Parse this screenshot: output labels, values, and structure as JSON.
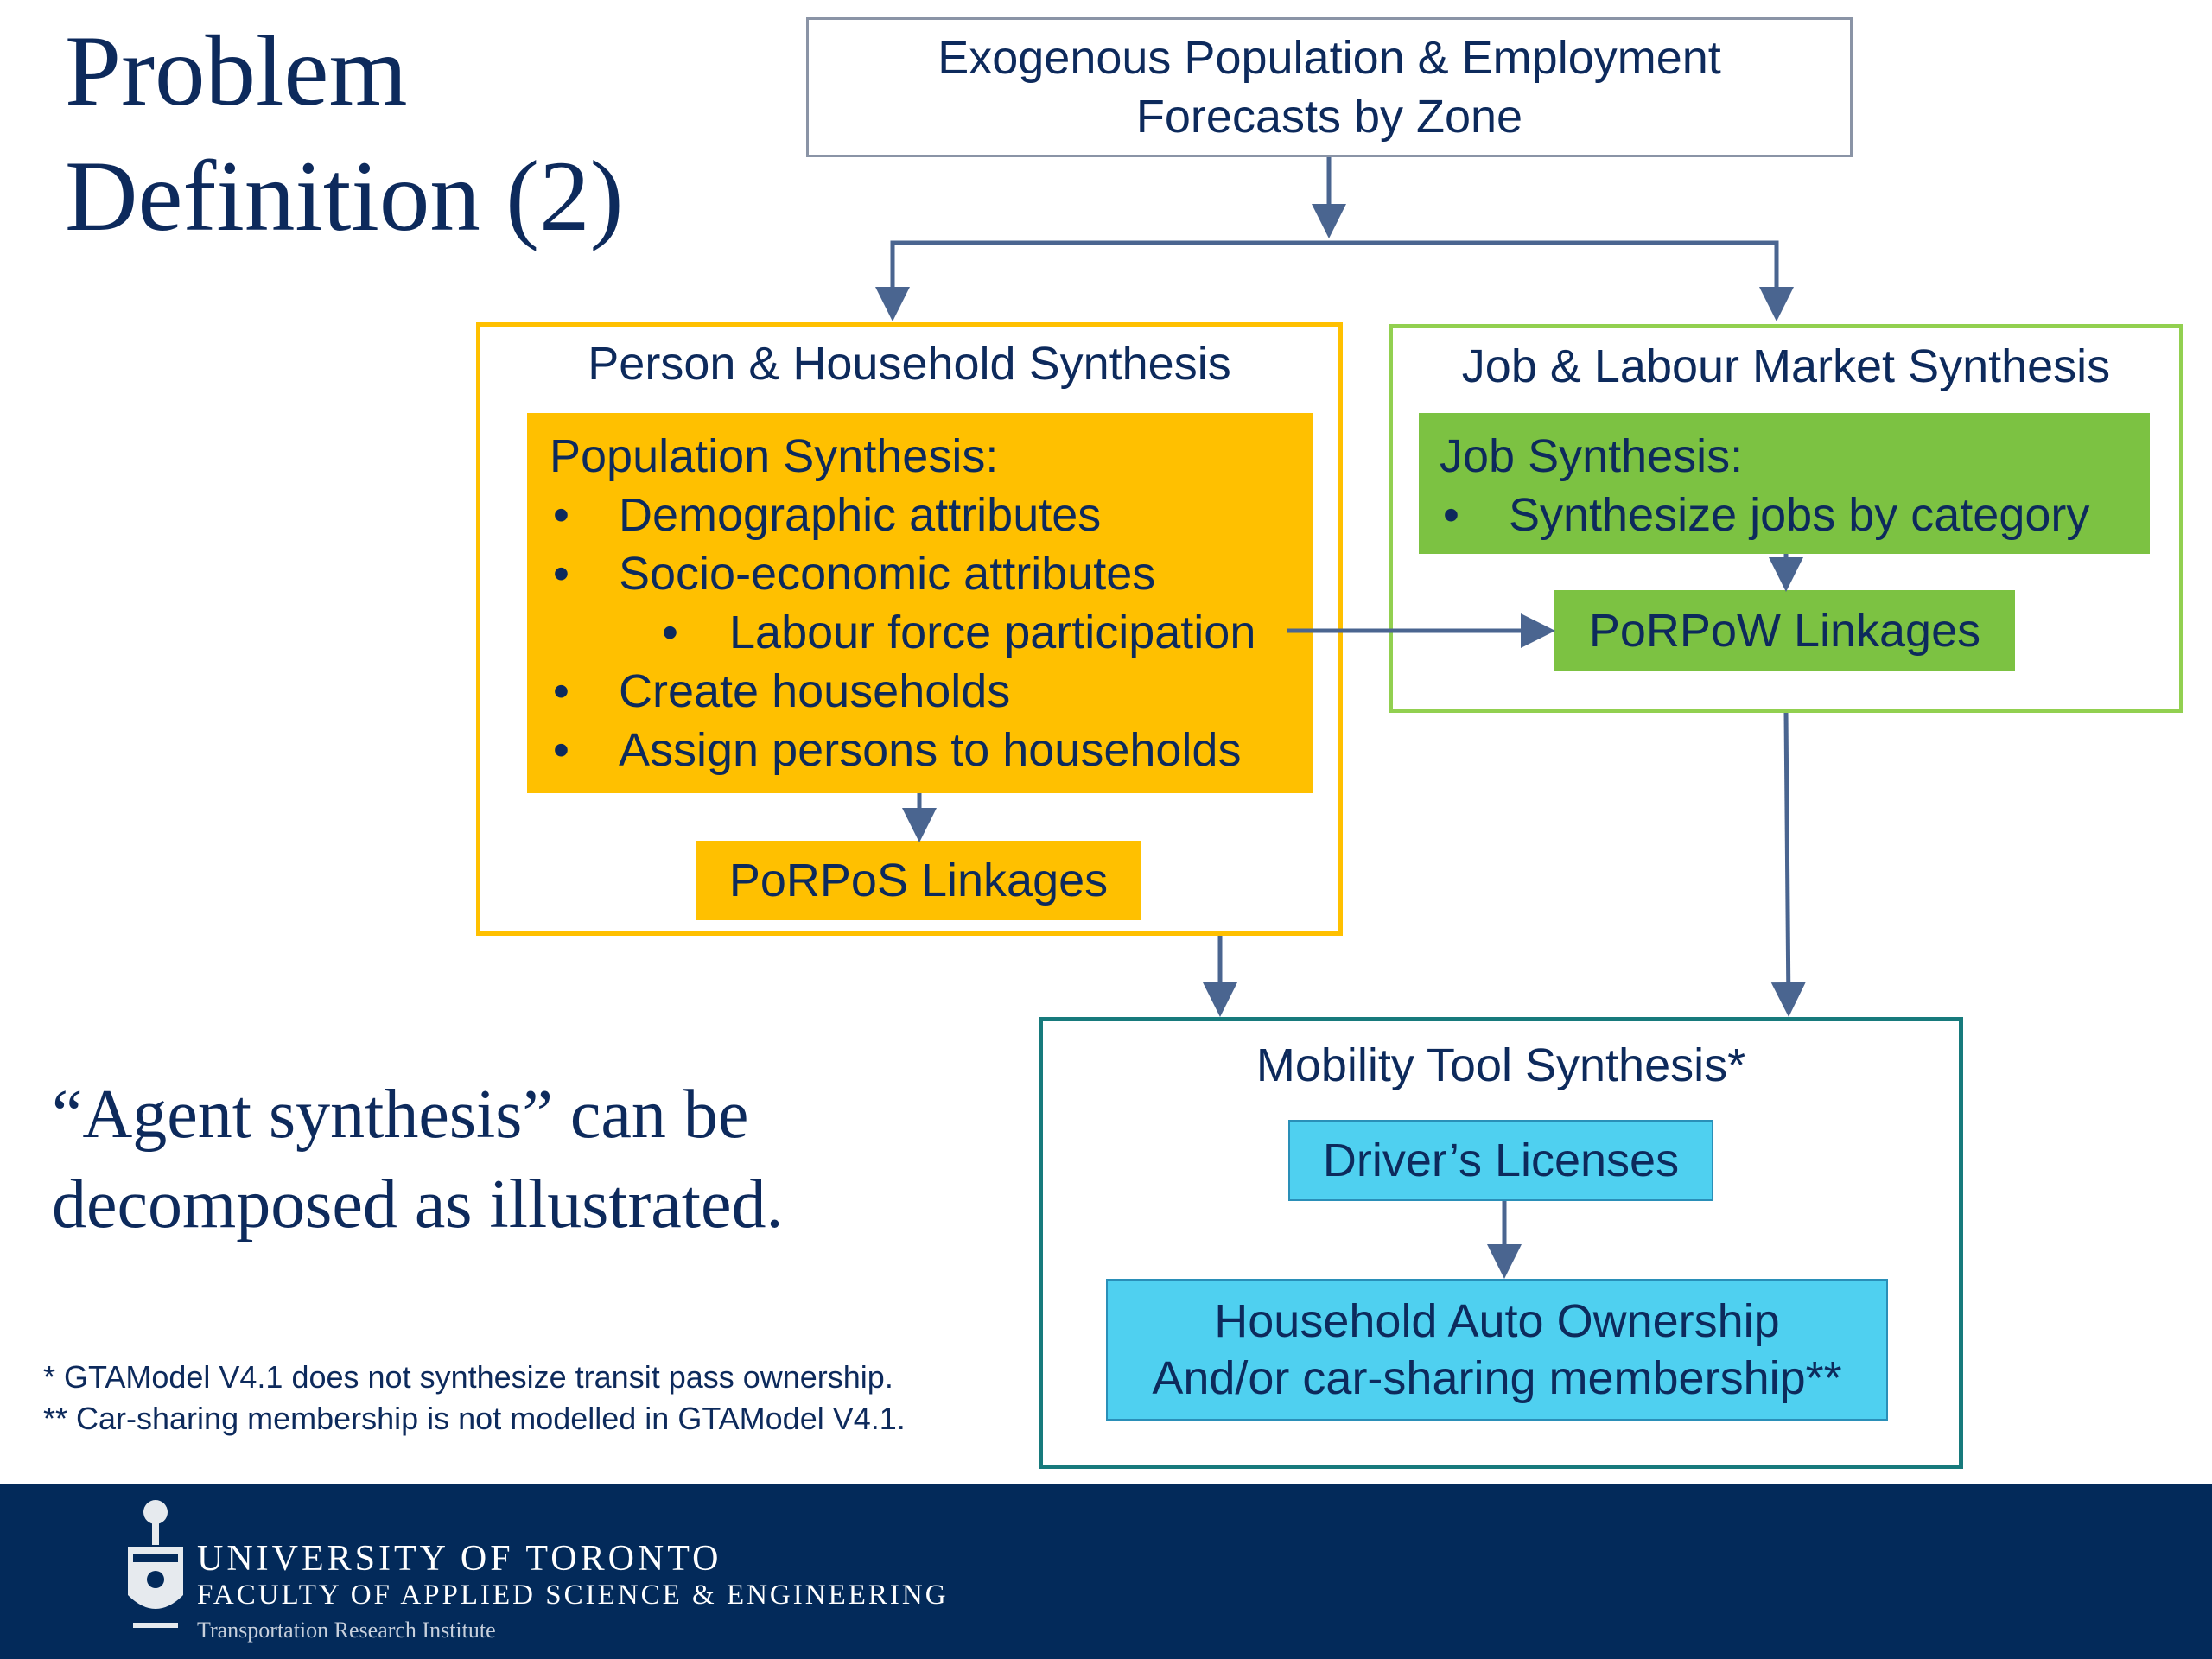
{
  "title": {
    "line1": "Problem",
    "line2": "Definition (2)"
  },
  "forecast_box": {
    "line1": "Exogenous Population & Employment",
    "line2": "Forecasts by Zone"
  },
  "person_household": {
    "title": "Person & Household Synthesis",
    "population_synthesis": {
      "heading": "Population Synthesis:",
      "bullet": "•",
      "items": [
        "Demographic attributes",
        "Socio-economic attributes",
        "Labour force participation",
        "Create households",
        "Assign persons to households"
      ]
    },
    "porpos": "PoRPoS Linkages"
  },
  "job_labour": {
    "title": "Job & Labour Market Synthesis",
    "job_synthesis": {
      "heading": "Job Synthesis:",
      "bullet": "•",
      "items": [
        "Synthesize jobs by category"
      ]
    },
    "porpow": "PoRPoW Linkages"
  },
  "mobility": {
    "title": "Mobility Tool Synthesis*",
    "licenses": "Driver’s Licenses",
    "auto_line1": "Household Auto Ownership",
    "auto_line2": "And/or car-sharing membership**"
  },
  "agent_note": {
    "line1": "“Agent synthesis” can be",
    "line2": "decomposed as illustrated."
  },
  "footnotes": [
    "* GTAModel V4.1 does not synthesize transit pass ownership.",
    "** Car-sharing membership is not modelled in GTAModel V4.1."
  ],
  "footer": {
    "line1": "UNIVERSITY OF TORONTO",
    "line2": "FACULTY OF APPLIED SCIENCE & ENGINEERING",
    "line3": "Transportation Research Institute"
  },
  "colors": {
    "navy": "#0d2a5c",
    "orange": "#ffc000",
    "green": "#7cc242",
    "green_border": "#92d050",
    "cyan": "#4fd0f0",
    "teal": "#177a7c",
    "arrow": "#4a6590",
    "footer": "#032a5a"
  }
}
